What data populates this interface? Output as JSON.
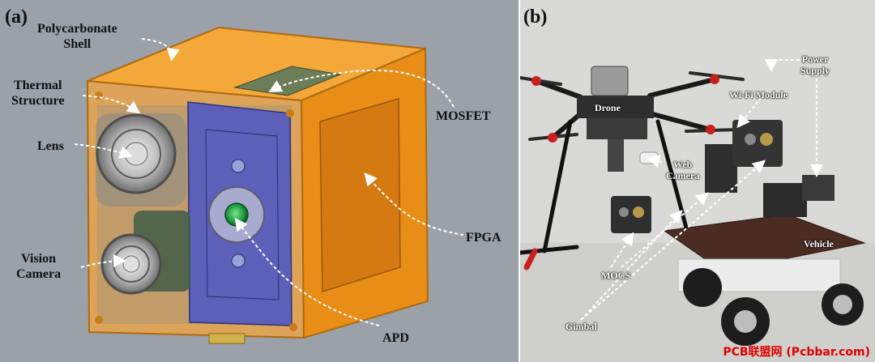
{
  "panel_a": {
    "tag": "(a)",
    "labels": {
      "polycarbonate_shell": [
        "Polycarbonate",
        "Shell"
      ],
      "thermal_structure": [
        "Thermal",
        "Structure"
      ],
      "lens": "Lens",
      "vision_camera": [
        "Vision",
        "Camera"
      ],
      "mosfet": "MOSFET",
      "fpga": "FPGA",
      "apd": "APD"
    }
  },
  "panel_b": {
    "tag": "(b)",
    "labels": {
      "power_supply": [
        "Power",
        "Supply"
      ],
      "drone": "Drone",
      "wifi_module": "Wi-Fi Module",
      "web_camera": [
        "Web",
        "Camera"
      ],
      "vehicle": "Vehicle",
      "mocs": "MOCS",
      "gimbal": "Gimbal"
    }
  },
  "watermark": "PCB联盟网 (Pcbbar.com)",
  "colors": {
    "shell_orange": "#f29a1e",
    "pcb_blue": "#4a56c8",
    "apd_green": "#1a9a3a",
    "panel_a_bg": "#9aa1a8",
    "panel_b_bg": "#d9d9d7",
    "watermark_red": "#e10000"
  }
}
